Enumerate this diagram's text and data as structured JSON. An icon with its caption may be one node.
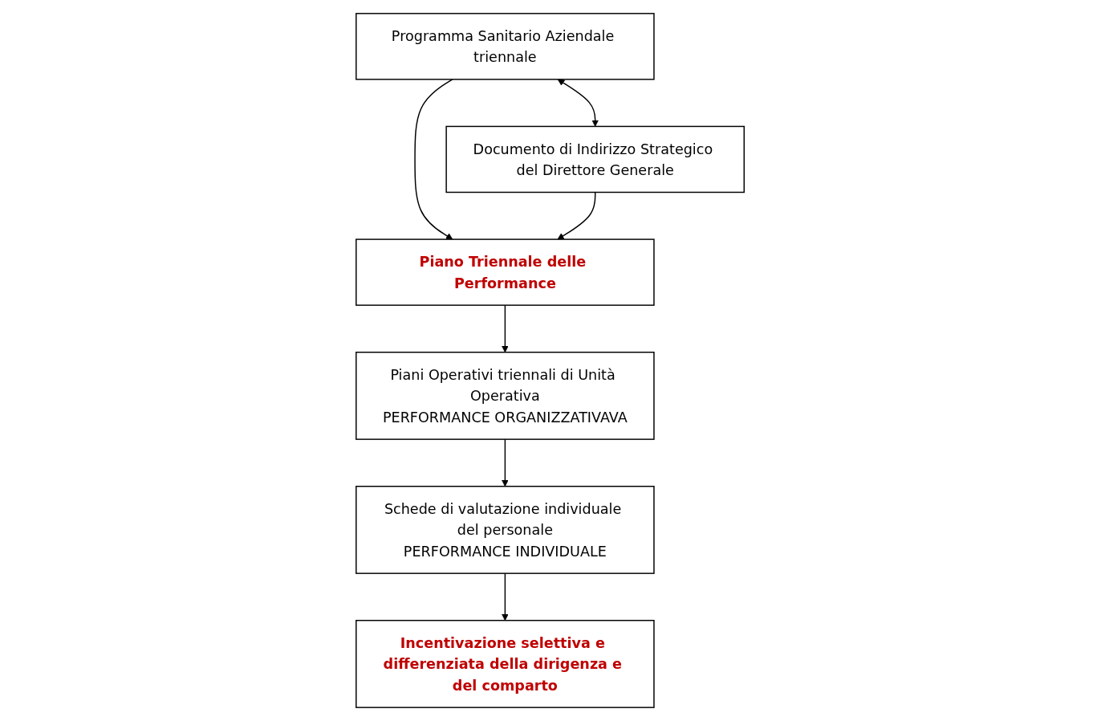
{
  "diagram": {
    "nodes": [
      {
        "text": [
          "Programma Sanitario Aziendale triennale"
        ]
      },
      {
        "text": [
          "Documento di Indirizzo Strategico del Direttore Generale"
        ]
      },
      {
        "text": [
          "Piano Triennale delle Performance"
        ]
      },
      {
        "text": [
          "Piani Operativi triennali di Unità Operativa",
          "PERFORMANCE ORGANIZZATIVAVA"
        ]
      },
      {
        "text": [
          "Schede di valutazione individuale del personale",
          "PERFORMANCE INDIVIDUALE"
        ]
      },
      {
        "text": [
          "Incentivazione selettiva e differenziata della dirigenza e del comparto"
        ]
      }
    ],
    "edges": [
      {
        "from": 0,
        "to": 1,
        "arrow": "both"
      },
      {
        "from": 0,
        "to": 2,
        "arrow": "to"
      },
      {
        "from": 1,
        "to": 2,
        "arrow": "to"
      },
      {
        "from": 2,
        "to": 3,
        "arrow": "to"
      },
      {
        "from": 3,
        "to": 4,
        "arrow": "to"
      },
      {
        "from": 4,
        "to": 5,
        "arrow": "to"
      }
    ]
  }
}
